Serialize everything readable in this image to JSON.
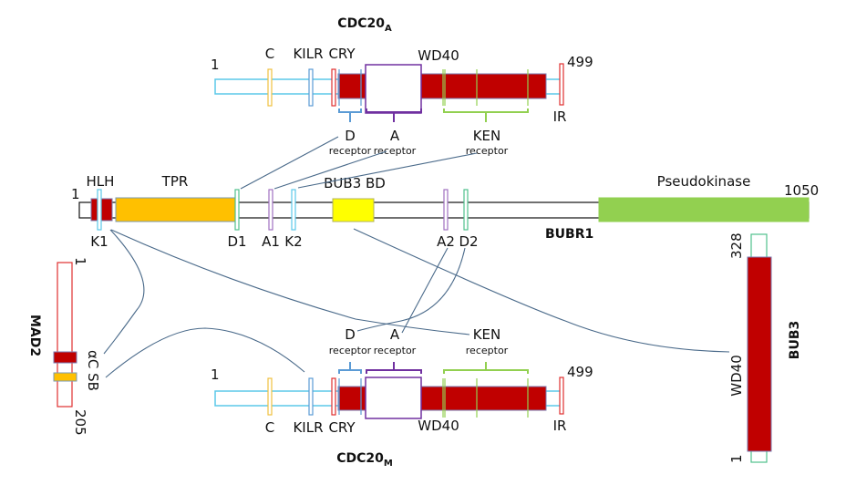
{
  "colors": {
    "dark_red": "#c00000",
    "orange": "#ffc000",
    "yellow": "#ffff00",
    "green": "#92d050",
    "light_blue": "#5bc8e8",
    "blue": "#5b9bd5",
    "purple": "#7030a0",
    "light_purple": "#a070c0",
    "mint": "#4fc08d",
    "red_outline": "#e03030",
    "gold_outline": "#f0c040",
    "connector": "#4a6a8a"
  },
  "cdc20_a": {
    "title": "CDC20",
    "subscript": "A",
    "start": "1",
    "end": "499",
    "motifs": {
      "c": "C",
      "kilr": "KILR",
      "cry": "CRY",
      "wd40": "WD40",
      "ir": "IR"
    },
    "receptors": [
      {
        "name": "D",
        "sub": "receptor"
      },
      {
        "name": "A",
        "sub": "receptor"
      },
      {
        "name": "KEN",
        "sub": "receptor"
      }
    ]
  },
  "cdc20_m": {
    "title": "CDC20",
    "subscript": "M",
    "start": "1",
    "end": "499",
    "motifs": {
      "c": "C",
      "kilr": "KILR",
      "cry": "CRY",
      "wd40": "WD40",
      "ir": "IR"
    },
    "receptors": [
      {
        "name": "D",
        "sub": "receptor"
      },
      {
        "name": "A",
        "sub": "receptor"
      },
      {
        "name": "KEN",
        "sub": "receptor"
      }
    ]
  },
  "bubr1": {
    "title": "BUBR1",
    "start": "1",
    "end": "1050",
    "domains": {
      "hlh": "HLH",
      "tpr": "TPR",
      "bub3bd": "BUB3 BD",
      "pseudokinase": "Pseudokinase"
    },
    "motifs": {
      "k1": "K1",
      "d1": "D1",
      "a1": "A1",
      "k2": "K2",
      "a2": "A2",
      "d2": "D2"
    }
  },
  "mad2": {
    "title": "MAD2",
    "start": "1",
    "end": "205",
    "region_label": "αC SB"
  },
  "bub3": {
    "title": "BUB3",
    "start": "1",
    "end": "328",
    "domain": "WD40"
  }
}
